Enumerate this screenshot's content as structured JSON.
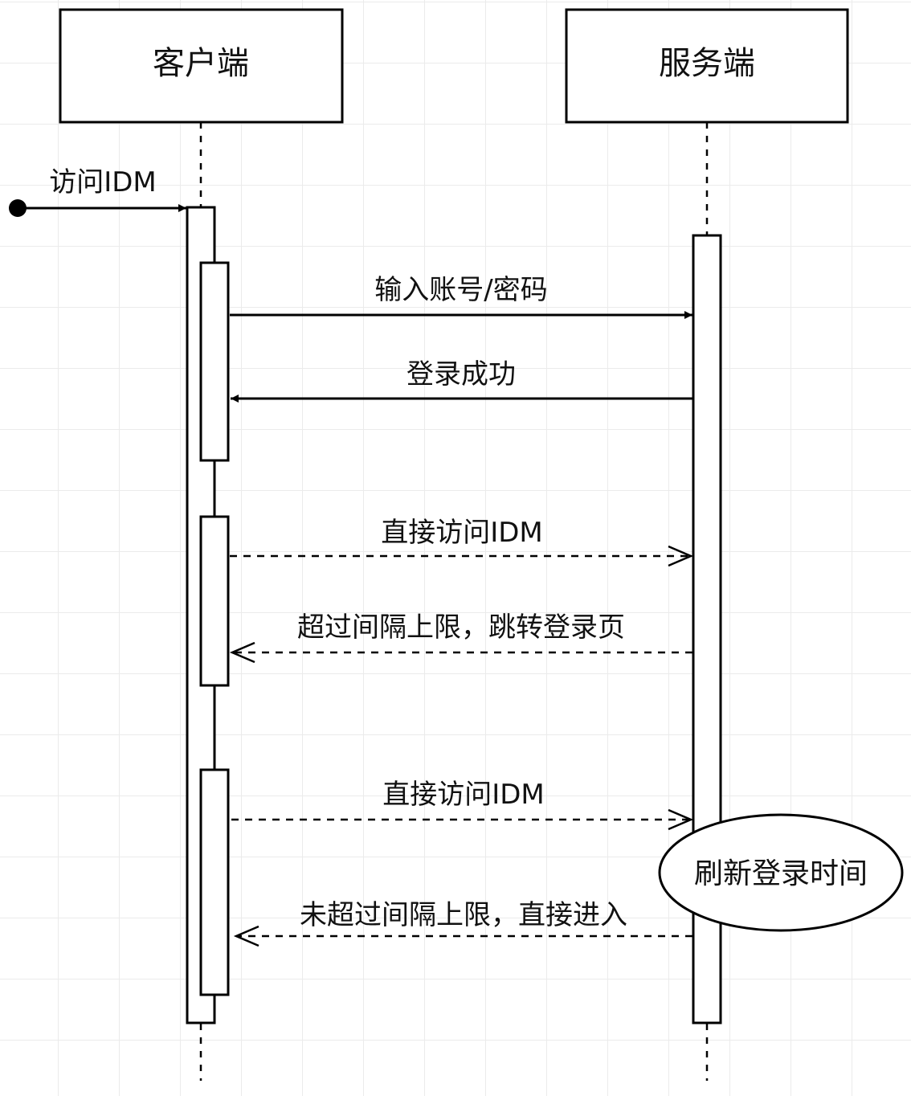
{
  "participants": {
    "client": "客户端",
    "server": "服务端"
  },
  "messages": {
    "m1": "访问IDM",
    "m2": "输入账号/密码",
    "m3": "登录成功",
    "m4": "直接访问IDM",
    "m5": "超过间隔上限，跳转登录页",
    "m6": "直接访问IDM",
    "m7": "未超过间隔上限，直接进入"
  },
  "note": "刷新登录时间"
}
